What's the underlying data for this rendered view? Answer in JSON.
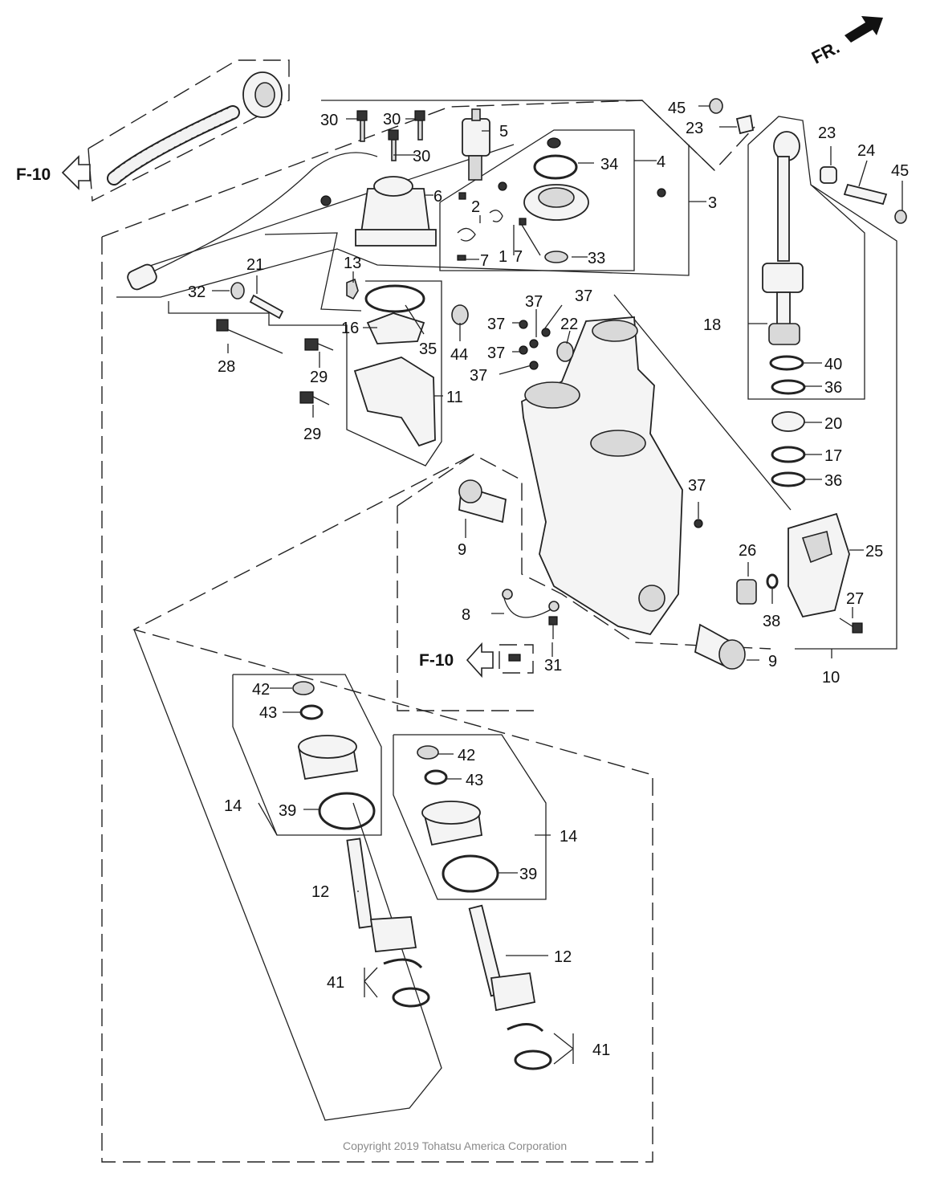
{
  "header": {
    "front_indicator": "FR."
  },
  "references": {
    "left_top": "F-10",
    "center": "F-10"
  },
  "footer": {
    "copyright": "Copyright 2019 Tohatsu America Corporation"
  },
  "callouts": {
    "c1": "1",
    "c2": "2",
    "c3": "3",
    "c4": "4",
    "c5": "5",
    "c6": "6",
    "c7a": "7",
    "c7b": "7",
    "c8": "8",
    "c9a": "9",
    "c9b": "9",
    "c10": "10",
    "c11": "11",
    "c12a": "12",
    "c12b": "12",
    "c13": "13",
    "c14a": "14",
    "c14b": "14",
    "c16": "16",
    "c17": "17",
    "c18": "18",
    "c20": "20",
    "c21": "21",
    "c22": "22",
    "c23a": "23",
    "c23b": "23",
    "c24": "24",
    "c25": "25",
    "c26": "26",
    "c27": "27",
    "c28": "28",
    "c29a": "29",
    "c29b": "29",
    "c30a": "30",
    "c30b": "30",
    "c30c": "30",
    "c31": "31",
    "c32": "32",
    "c33": "33",
    "c34": "34",
    "c35": "35",
    "c36a": "36",
    "c36b": "36",
    "c37a": "37",
    "c37b": "37",
    "c37c": "37",
    "c37d": "37",
    "c37e": "37",
    "c38": "38",
    "c39a": "39",
    "c39b": "39",
    "c40": "40",
    "c41a": "41",
    "c41b": "41",
    "c42a": "42",
    "c42b": "42",
    "c43a": "43",
    "c43b": "43",
    "c44": "44",
    "c45a": "45",
    "c45b": "45"
  }
}
